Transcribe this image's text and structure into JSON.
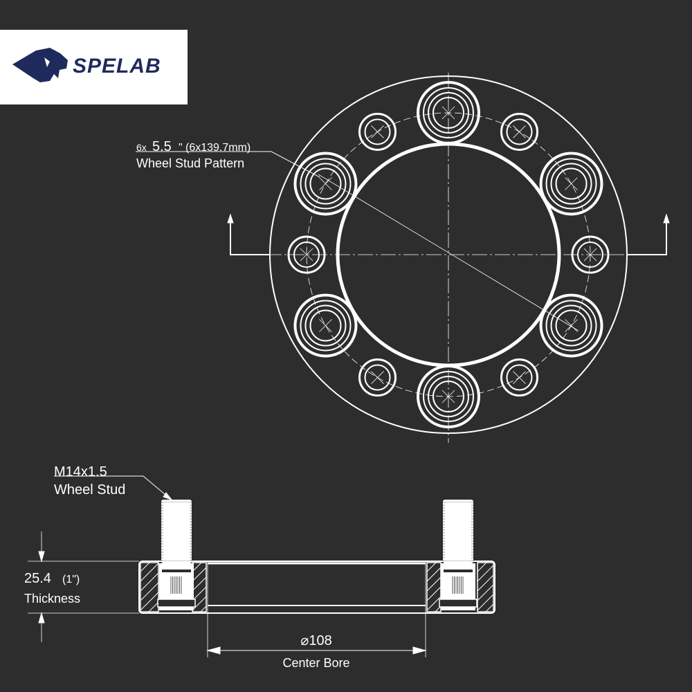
{
  "brand": {
    "name": "SPELAB",
    "color": "#1f2a5c"
  },
  "pattern_label": {
    "count": "6x",
    "inches": "5.5",
    "inch_mark": "\"",
    "metric": "(6x139.7mm)",
    "caption": "Wheel Stud  Pattern"
  },
  "stud_label": {
    "spec": "M14x1.5",
    "caption": "Wheel Stud"
  },
  "thickness_label": {
    "value": "25.4",
    "inches": "(1\")",
    "caption": "Thickness"
  },
  "bore_label": {
    "value": "⌀108",
    "caption": "Center Bore"
  },
  "colors": {
    "background": "#2d2d2d",
    "line": "#ffffff"
  }
}
